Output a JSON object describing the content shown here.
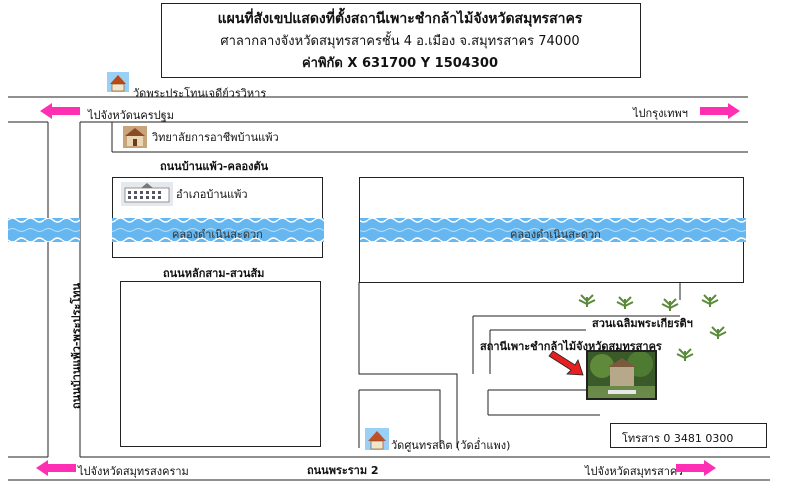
{
  "title_box": {
    "title": "แผนที่สังเขปแสดงที่ตั้งสถานีเพาะชำกล้าไม้จังหวัดสมุทรสาคร",
    "address": "ศาลากลางจังหวัดสมุทรสาครชั้น 4 อ.เมือง จ.สมุทรสาคร 74000",
    "coordinates": "ค่าพิกัด X 631700  Y 1504300"
  },
  "landmarks": {
    "temple_top": "วัดพระประโทนเจดีย์วรวิหาร",
    "college": "วิทยาลัยการอาชีพบ้านแพ้ว",
    "district_office": "อำเภอบ้านแพ้ว",
    "park": "สวนเฉลิมพระเกียรติฯ",
    "nursery": "สถานีเพาะชำกล้าไม้จังหวัดสมุทรสาคร",
    "temple_bottom": "วัดศูนทรสถิต (วัดอ่ำแพง)",
    "phone": "โทรสาร 0 3481 0300"
  },
  "roads": {
    "road_top_left": "ไปจังหวัดนครปฐม",
    "road_top_right": "ไปกรุงเทพฯ",
    "road_banphaeo_khlongdan": "ถนนบ้านแพ้ว-คลองตัน",
    "road_laksam": "ถนนหลักสาม-สวนส้ม",
    "road_vertical": "ถนนบ้านแพ้ว-พระประโทน",
    "road_bottom": "ถนนพระราม 2",
    "road_bottom_left": "ไปจังหวัดสมุทรสงคราม",
    "road_bottom_right": "ไปจังหวัดสมุทรสาคร"
  },
  "canal": {
    "label_left": "คลองดำเนินสะดวก",
    "label_right": "คลองดำเนินสะดวก"
  },
  "colors": {
    "arrow": "#ff2fb4",
    "water": "#5fb6f0",
    "pointer": "#e62020"
  }
}
